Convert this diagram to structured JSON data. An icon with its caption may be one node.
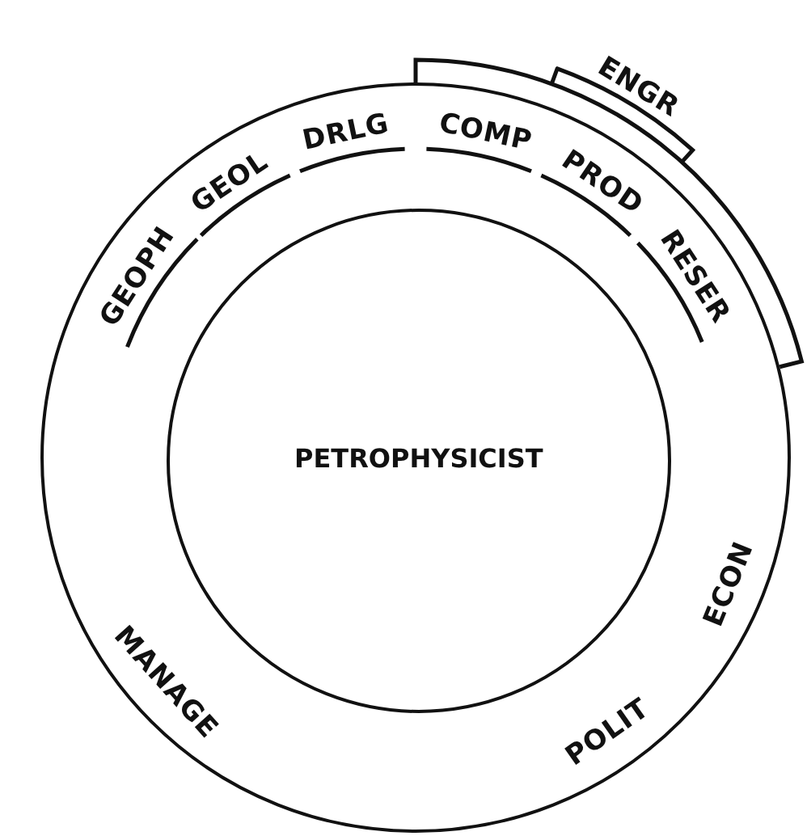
{
  "diagram": {
    "nodes": [
      {
        "text": [],
        "shape": "circle"
      },
      {
        "text": [
          "PETROPHYSICIST"
        ],
        "in": 0
      }
    ],
    "edges": [],
    "labels": [
      "ENGR",
      "DRLG",
      "GEOL",
      "COMP",
      "PROD",
      "GEOPH",
      "RESER",
      "ECON",
      "MANAGE",
      "POLIT"
    ]
  }
}
